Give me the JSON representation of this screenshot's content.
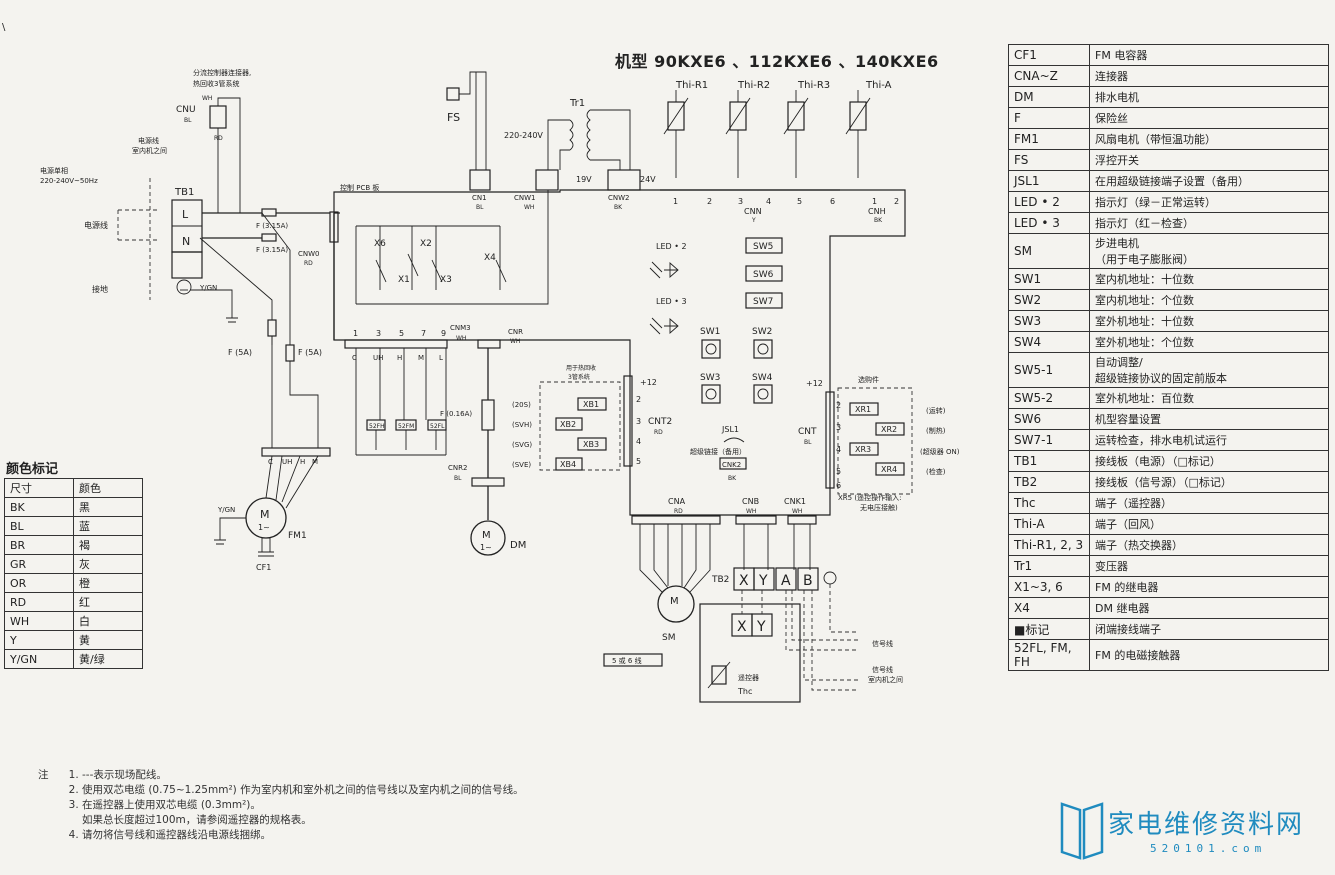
{
  "title": "机型 90KXE6 、112KXE6 、140KXE6",
  "corner_mark": "\\",
  "components": {
    "tb1": "TB1",
    "tb1_l": "L",
    "tb1_n": "N",
    "power_in_label_1": "电源单相",
    "power_in_label_2": "220-240V~50Hz",
    "power_line": "电源线",
    "ground": "接地",
    "ygn": "Y/GN",
    "inter_line_1": "电源线",
    "inter_line_2": "室内机之间",
    "cnu": "CNU",
    "cnu_bl": "BL",
    "cnu_wh": "WH",
    "cnu_rd": "RD",
    "splitter_1": "分流控制器连接器,",
    "splitter_2": "热回收3管系统",
    "fs": "FS",
    "tr1": "Tr1",
    "v220": "220-240V",
    "v19": "19V",
    "v24": "24V",
    "pcb": "控制 PCB 板",
    "f315a_1": "F (3.15A)",
    "f315a_2": "F (3.15A)",
    "cnw0": "CNW0",
    "cnw0_rd": "RD",
    "cn1": "CN1",
    "cn1_bl": "BL",
    "cnw1": "CNW1",
    "cnw1_wh": "WH",
    "cnw2": "CNW2",
    "cnw2_bk": "BK",
    "thi_r1": "Thi-R1",
    "thi_r2": "Thi-R2",
    "thi_r3": "Thi-R3",
    "thi_a": "Thi-A",
    "cnn": "CNN",
    "cnn_y": "Y",
    "cnh": "CNH",
    "cnh_bk": "BK",
    "cnn_pins": [
      "1",
      "2",
      "3",
      "4",
      "5",
      "6"
    ],
    "cnh_pins": [
      "1",
      "2"
    ],
    "x6": "X6",
    "x2": "X2",
    "x1": "X1",
    "x3": "X3",
    "x4": "X4",
    "cnm3": "CNM3",
    "cnm3_wh": "WH",
    "cnr": "CNR",
    "cnr_wh": "WH",
    "relay_pins": [
      "1",
      "3",
      "5",
      "7",
      "9"
    ],
    "relay_colors": [
      "C",
      "UH",
      "H",
      "M",
      "L"
    ],
    "f5a_1": "F (5A)",
    "f5a_2": "F (5A)",
    "f016a": "F (0.16A)",
    "m52fh": "52FH",
    "m52fm": "52FM",
    "m52fl": "52FL",
    "cnr2": "CNR2",
    "cnr2_bl": "BL",
    "fm1": "FM1",
    "cf1": "CF1",
    "dm": "DM",
    "m": "M",
    "m1": "1~",
    "led2": "LED • 2",
    "led3": "LED • 3",
    "sw5": "SW5",
    "sw6": "SW6",
    "sw7": "SW7",
    "sw1": "SW1",
    "sw2": "SW2",
    "sw3": "SW3",
    "sw4": "SW4",
    "jsl1": "JSL1",
    "jsl1_note": "超级链接（备用）",
    "cnk2": "CNK2",
    "cnk2_bk": "BK",
    "cnt2": "CNT2",
    "cnt2_rd": "RD",
    "cnt2_plus": "+12",
    "heat_recovery_1": "用于热回收",
    "heat_recovery_2": "3管系统",
    "xb": [
      "XB1",
      "XB2",
      "XB3",
      "XB4"
    ],
    "xb_sig": [
      "(20S)",
      "(SVH)",
      "(SVG)",
      "(SVE)"
    ],
    "cnt": "CNT",
    "cnt_bl": "BL",
    "cnt_plus": "+12",
    "optional": "选购件",
    "xr": [
      "XR1",
      "XR2",
      "XR3",
      "XR4"
    ],
    "xr_sig": [
      "(运转)",
      "(制热)",
      "(超级器 ON)",
      "(检查)"
    ],
    "xr5_1": "XR5 (遥控操作输入:",
    "xr5_2": "无电压接触)",
    "cna": "CNA",
    "cna_rd": "RD",
    "cnb": "CNB",
    "cnb_wh": "WH",
    "cnk1": "CNK1",
    "cnk1_wh": "WH",
    "sm": "SM",
    "sm_note": "5 或 6 线",
    "tb2": "TB2",
    "tb2_terms": [
      "X",
      "Y",
      "A",
      "B"
    ],
    "remote": "遥控器",
    "thc": "Thc",
    "signal_1": "信号线",
    "signal_2_a": "信号线",
    "signal_2_b": "室内机之间"
  },
  "legend": [
    {
      "k": "CF1",
      "v": "FM 电容器"
    },
    {
      "k": "CNA~Z",
      "v": "连接器"
    },
    {
      "k": "DM",
      "v": "排水电机"
    },
    {
      "k": "F",
      "v": "保险丝"
    },
    {
      "k": "FM1",
      "v": "风扇电机（带恒温功能）"
    },
    {
      "k": "FS",
      "v": "浮控开关"
    },
    {
      "k": "JSL1",
      "v": "在用超级链接端子设置（备用）"
    },
    {
      "k": "LED • 2",
      "v": "指示灯（绿－正常运转）"
    },
    {
      "k": "LED • 3",
      "v": "指示灯（红－检查）"
    },
    {
      "k": "SM",
      "v": "步进电机",
      "v2": "（用于电子膨胀阀）"
    },
    {
      "k": "SW1",
      "v": "室内机地址：十位数"
    },
    {
      "k": "SW2",
      "v": "室内机地址：个位数"
    },
    {
      "k": "SW3",
      "v": "室外机地址：十位数"
    },
    {
      "k": "SW4",
      "v": "室外机地址：个位数"
    },
    {
      "k": "SW5-1",
      "v": "自动调整/",
      "v2": "超级链接协议的固定前版本"
    },
    {
      "k": "SW5-2",
      "v": "室外机地址：百位数"
    },
    {
      "k": "SW6",
      "v": "机型容量设置"
    },
    {
      "k": "SW7-1",
      "v": "运转检查，排水电机试运行"
    },
    {
      "k": "TB1",
      "v": "接线板（电源）（□标记）"
    },
    {
      "k": "TB2",
      "v": "接线板（信号源）（□标记）"
    },
    {
      "k": "Thc",
      "v": "端子（遥控器）"
    },
    {
      "k": "Thi-A",
      "v": "端子（回风）"
    },
    {
      "k": "Thi-R1, 2, 3",
      "v": "端子（热交换器）"
    },
    {
      "k": "Tr1",
      "v": "变压器"
    },
    {
      "k": "X1~3, 6",
      "v": "FM 的继电器"
    },
    {
      "k": "X4",
      "v": "DM 继电器"
    },
    {
      "k": "■标记",
      "v": "闭端接线端子"
    },
    {
      "k": "52FL, FM, FH",
      "v": "FM 的电磁接触器"
    }
  ],
  "color_table": {
    "title": "颜色标记",
    "headers": [
      "尺寸",
      "颜色"
    ],
    "rows": [
      [
        "BK",
        "黑"
      ],
      [
        "BL",
        "蓝"
      ],
      [
        "BR",
        "褐"
      ],
      [
        "GR",
        "灰"
      ],
      [
        "OR",
        "橙"
      ],
      [
        "RD",
        "红"
      ],
      [
        "WH",
        "白"
      ],
      [
        "Y",
        "黄"
      ],
      [
        "Y/GN",
        "黄/绿"
      ]
    ]
  },
  "notes": {
    "label": "注",
    "items": [
      "---表示现场配线。",
      "使用双芯电缆 (0.75~1.25mm²) 作为室内机和室外机之间的信号线以及室内机之间的信号线。",
      "在遥控器上使用双芯电缆 (0.3mm²)。",
      "请勿将信号线和遥控器线沿电源线捆绑。"
    ],
    "item3_extra": "如果总长度超过100m，请参阅遥控器的规格表。"
  },
  "brand": {
    "name": "家电维修资料网",
    "url": "520101.com"
  }
}
